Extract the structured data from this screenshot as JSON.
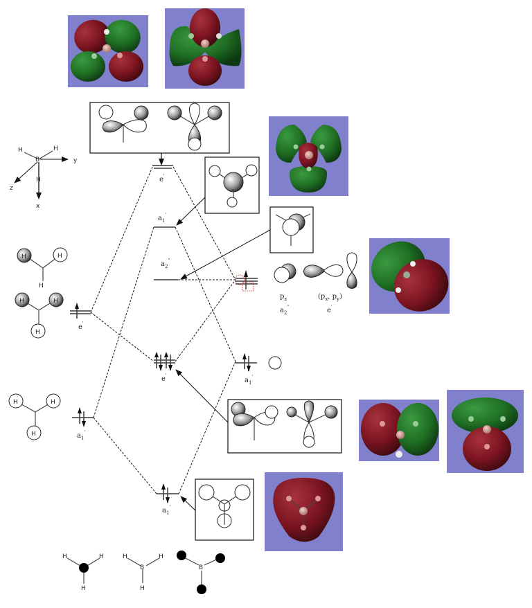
{
  "diagram": {
    "title": "",
    "axes_inset": {
      "atoms": [
        "H",
        "H",
        "B",
        "H"
      ],
      "axis_labels": {
        "y": "y",
        "z": "z",
        "x": "x"
      }
    },
    "fragment_left": {
      "name": "H3 fragment orbitals",
      "levels": [
        {
          "id": "H3-e",
          "label": "e'",
          "electrons": 1
        },
        {
          "id": "H3-a1",
          "label": "a1'",
          "electrons": 2
        }
      ],
      "orbital_sketch_atom": "H"
    },
    "molecule_center": {
      "name": "BH3 molecular orbitals",
      "levels": [
        {
          "id": "BH3-e-antibonding",
          "label": "e'",
          "electrons": 0
        },
        {
          "id": "BH3-a1-antibonding",
          "label": "a1'",
          "electrons": 0
        },
        {
          "id": "BH3-a2",
          "label": "a2\"",
          "electrons": 0
        },
        {
          "id": "BH3-e-bonding",
          "label": "e'",
          "electrons": 4
        },
        {
          "id": "BH3-a1-bonding",
          "label": "a1'",
          "electrons": 2
        }
      ]
    },
    "fragment_right": {
      "name": "B atomic orbitals",
      "levels": [
        {
          "id": "B-p",
          "label": "",
          "electrons": 1
        },
        {
          "id": "B-s",
          "label": "a1'",
          "electrons": 2
        }
      ],
      "p_orbitals": [
        {
          "name": "pz",
          "symmetry": "a2\""
        },
        {
          "name": "(px, py)",
          "symmetry": "e'"
        }
      ]
    },
    "bottom_structures": [
      {
        "id": "h3-central-dot",
        "atoms": [
          "H",
          "H",
          "H"
        ]
      },
      {
        "id": "bh3-plain",
        "atoms": [
          "H",
          "H",
          "B",
          "H"
        ]
      },
      {
        "id": "bh3-dots",
        "atoms": [
          "B"
        ]
      }
    ],
    "text": {
      "H": "H",
      "B": "B",
      "x": "x",
      "y": "y",
      "z": "z",
      "e_prime": "e",
      "prime": "'",
      "dprime": "\"",
      "a": "a",
      "sub1": "1",
      "sub2": "2",
      "pz": "p",
      "pz_sub": "z",
      "pxpy": "(p",
      "px_sub": "x",
      "comma": ", p",
      "py_sub": "y",
      "close": ")"
    },
    "colors": {
      "mo_background": "#8080cc",
      "lobe_positive": "#7a1420",
      "lobe_negative": "#1f6e24",
      "line": "#111111"
    }
  }
}
